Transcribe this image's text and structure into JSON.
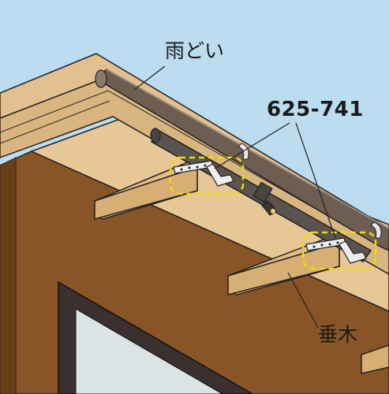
{
  "labels": {
    "gutter": "雨どい",
    "part_number": "625-741",
    "rafter": "垂木"
  },
  "colors": {
    "sky": "#bcdcef",
    "wood": "#e3c08f",
    "wood_shade": "#d2a86e",
    "wall": "#8a5526",
    "gutter": "#6e5e52",
    "window_frame": "#3a3030",
    "glass": "#dbe3e4",
    "bracket": "#eeeeee",
    "highlight": "#f0e000"
  },
  "icons": {
    "brackets": "gutter-bracket-icon",
    "highlight": "dashed-highlight-box"
  }
}
